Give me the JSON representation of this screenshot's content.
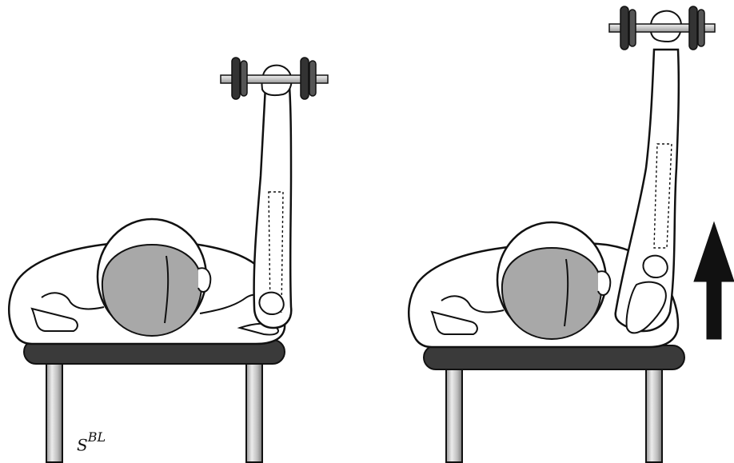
{
  "figure": {
    "panels": [
      {
        "id": "left",
        "arm_state": "lowered"
      },
      {
        "id": "right",
        "arm_state": "raised",
        "arrow": "up"
      }
    ],
    "signature": {
      "base": "S",
      "superscript": "BL"
    },
    "colors": {
      "ink": "#111111",
      "skin": "#ffffff",
      "hair": "#a8a8a8",
      "bench_top": "#3a3a3a",
      "bench_leg": "#d6d6d6",
      "plate_dark": "#333333",
      "arrow": "#111111"
    }
  }
}
